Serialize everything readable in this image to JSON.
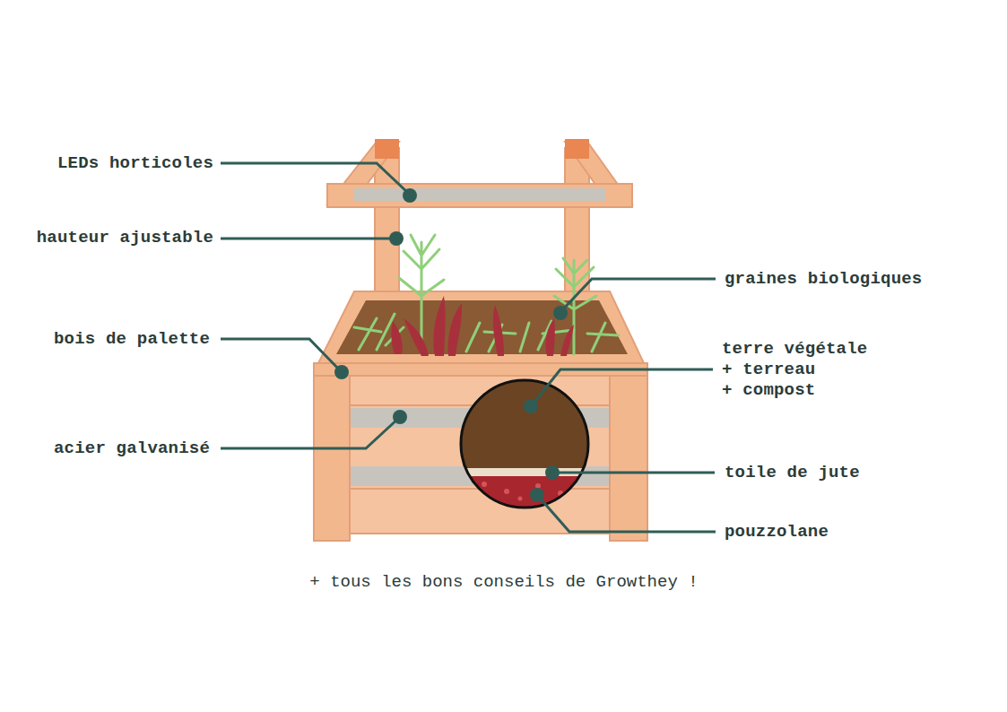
{
  "diagram": {
    "caption": "+ tous les bons conseils de Growthey !",
    "labels": [
      "LEDs horticoles",
      "hauteur ajustable",
      "bois de palette",
      "acier galvanisé",
      "graines biologiques",
      "terre végétale + terreau + compost",
      "toile de jute",
      "pouzzolane"
    ]
  }
}
